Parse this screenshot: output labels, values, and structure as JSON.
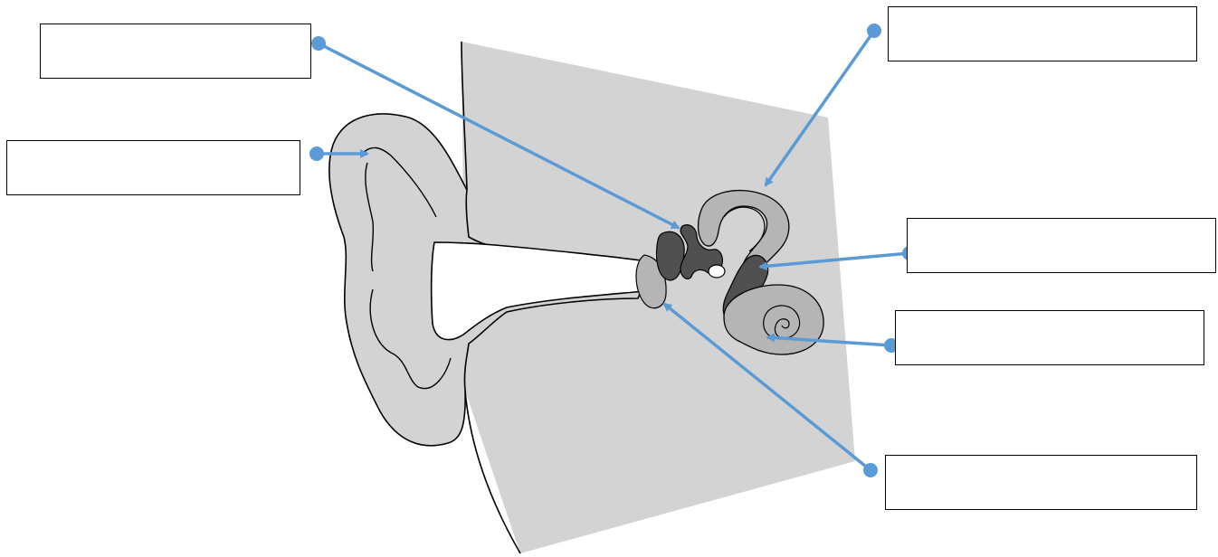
{
  "diagram": {
    "labels": [
      {
        "id": "label-1",
        "text": ""
      },
      {
        "id": "label-2",
        "text": ""
      },
      {
        "id": "label-3",
        "text": ""
      },
      {
        "id": "label-4",
        "text": ""
      },
      {
        "id": "label-5",
        "text": ""
      },
      {
        "id": "label-6",
        "text": ""
      }
    ],
    "colors": {
      "head_fill": "#d3d3d3",
      "ear_fill": "#d3d3d3",
      "ossicle_dark": "#505050",
      "inner_mid": "#b5b5b5",
      "canal_fill": "#ffffff",
      "outline": "#000000",
      "pointer": "#5b9bd5"
    }
  }
}
